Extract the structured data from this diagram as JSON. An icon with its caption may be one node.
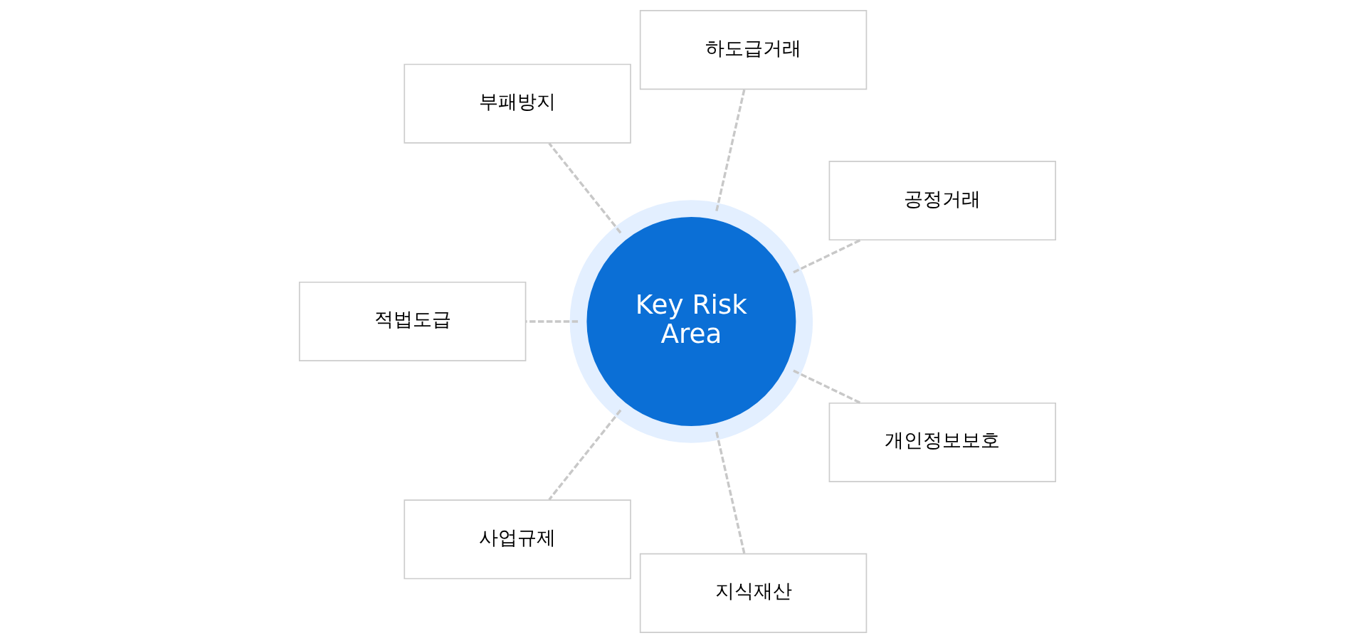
{
  "diagram": {
    "nodes": [
      {
        "text": [
          "Key Risk Area"
        ]
      },
      {
        "text": [
          "공정거래"
        ]
      },
      {
        "text": [
          "하도급거래"
        ]
      },
      {
        "text": [
          "부패방지"
        ]
      },
      {
        "text": [
          "적법도급"
        ]
      },
      {
        "text": [
          "사업규제"
        ]
      },
      {
        "text": [
          "지식재산"
        ]
      },
      {
        "text": [
          "개인정보보호"
        ]
      }
    ],
    "edges": [
      {
        "from": 0,
        "to": 1,
        "arrow": "none",
        "style": "dashed"
      },
      {
        "from": 0,
        "to": 2,
        "arrow": "none",
        "style": "dashed"
      },
      {
        "from": 0,
        "to": 3,
        "arrow": "none",
        "style": "dashed"
      },
      {
        "from": 0,
        "to": 4,
        "arrow": "none",
        "style": "dashed"
      },
      {
        "from": 0,
        "to": 5,
        "arrow": "none",
        "style": "dashed"
      },
      {
        "from": 0,
        "to": 6,
        "arrow": "none",
        "style": "dashed"
      },
      {
        "from": 0,
        "to": 7,
        "arrow": "none",
        "style": "dashed"
      }
    ]
  }
}
